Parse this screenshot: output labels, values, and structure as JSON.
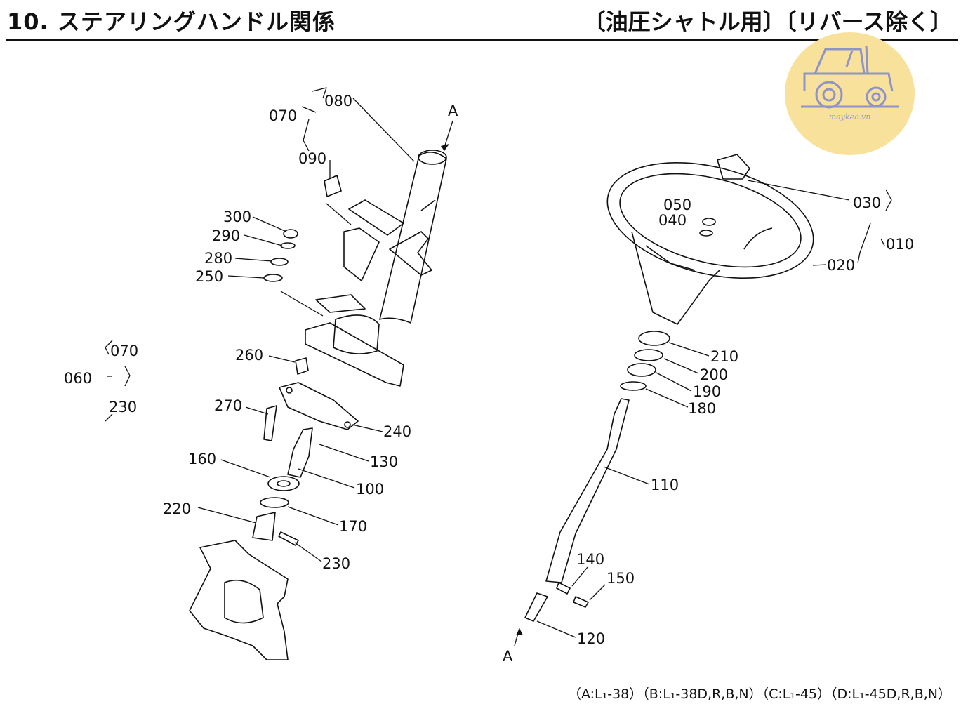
{
  "header": {
    "title": "10. ステアリングハンドル関係",
    "subtitle": "〔油圧シャトル用〕〔リバース除く〕"
  },
  "logo": {
    "text": "maykeo.vn",
    "icon": "tractor-icon"
  },
  "arrows": {
    "top": "A",
    "bottom": "A"
  },
  "parts": {
    "p010": "010",
    "p020": "020",
    "p030": "030",
    "p040": "040",
    "p050": "050",
    "p060": "060",
    "p070a": "070",
    "p070b": "070",
    "p080": "080",
    "p090": "090",
    "p100": "100",
    "p110": "110",
    "p120": "120",
    "p130": "130",
    "p140": "140",
    "p150": "150",
    "p160": "160",
    "p170": "170",
    "p180": "180",
    "p190": "190",
    "p200": "200",
    "p210": "210",
    "p220": "220",
    "p230a": "230",
    "p230b": "230",
    "p240": "240",
    "p250": "250",
    "p260": "260",
    "p270": "270",
    "p280": "280",
    "p290": "290",
    "p300": "300"
  },
  "footer": {
    "note": "（A:L₁-38）（B:L₁-38D,R,B,N）（C:L₁-45）（D:L₁-45D,R,B,N）"
  }
}
